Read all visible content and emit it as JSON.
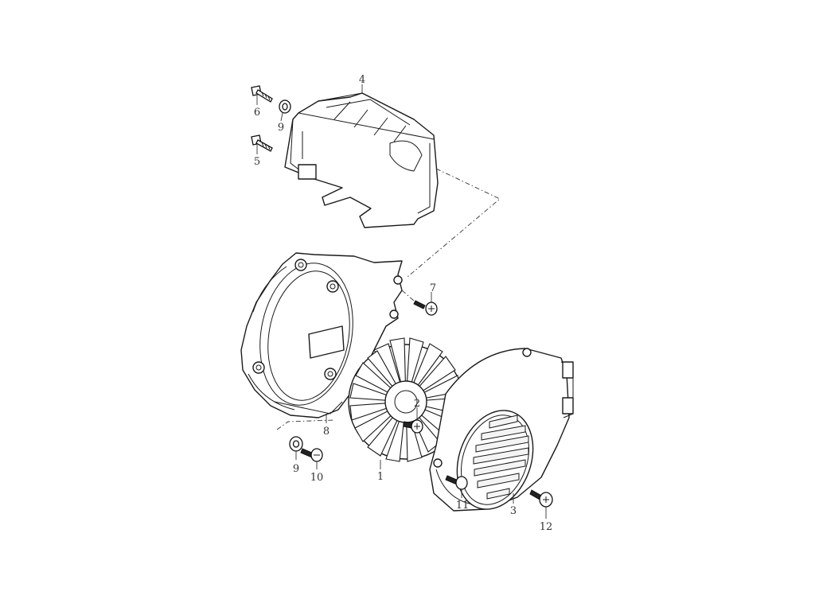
{
  "diagram": {
    "labels": {
      "p1": "1",
      "p2": "2",
      "p3": "3",
      "p4": "4",
      "p5": "5",
      "p6": "6",
      "p7": "7",
      "p8": "8",
      "p9a": "9",
      "p9b": "9",
      "p10": "10",
      "p11": "11",
      "p12": "12"
    }
  }
}
